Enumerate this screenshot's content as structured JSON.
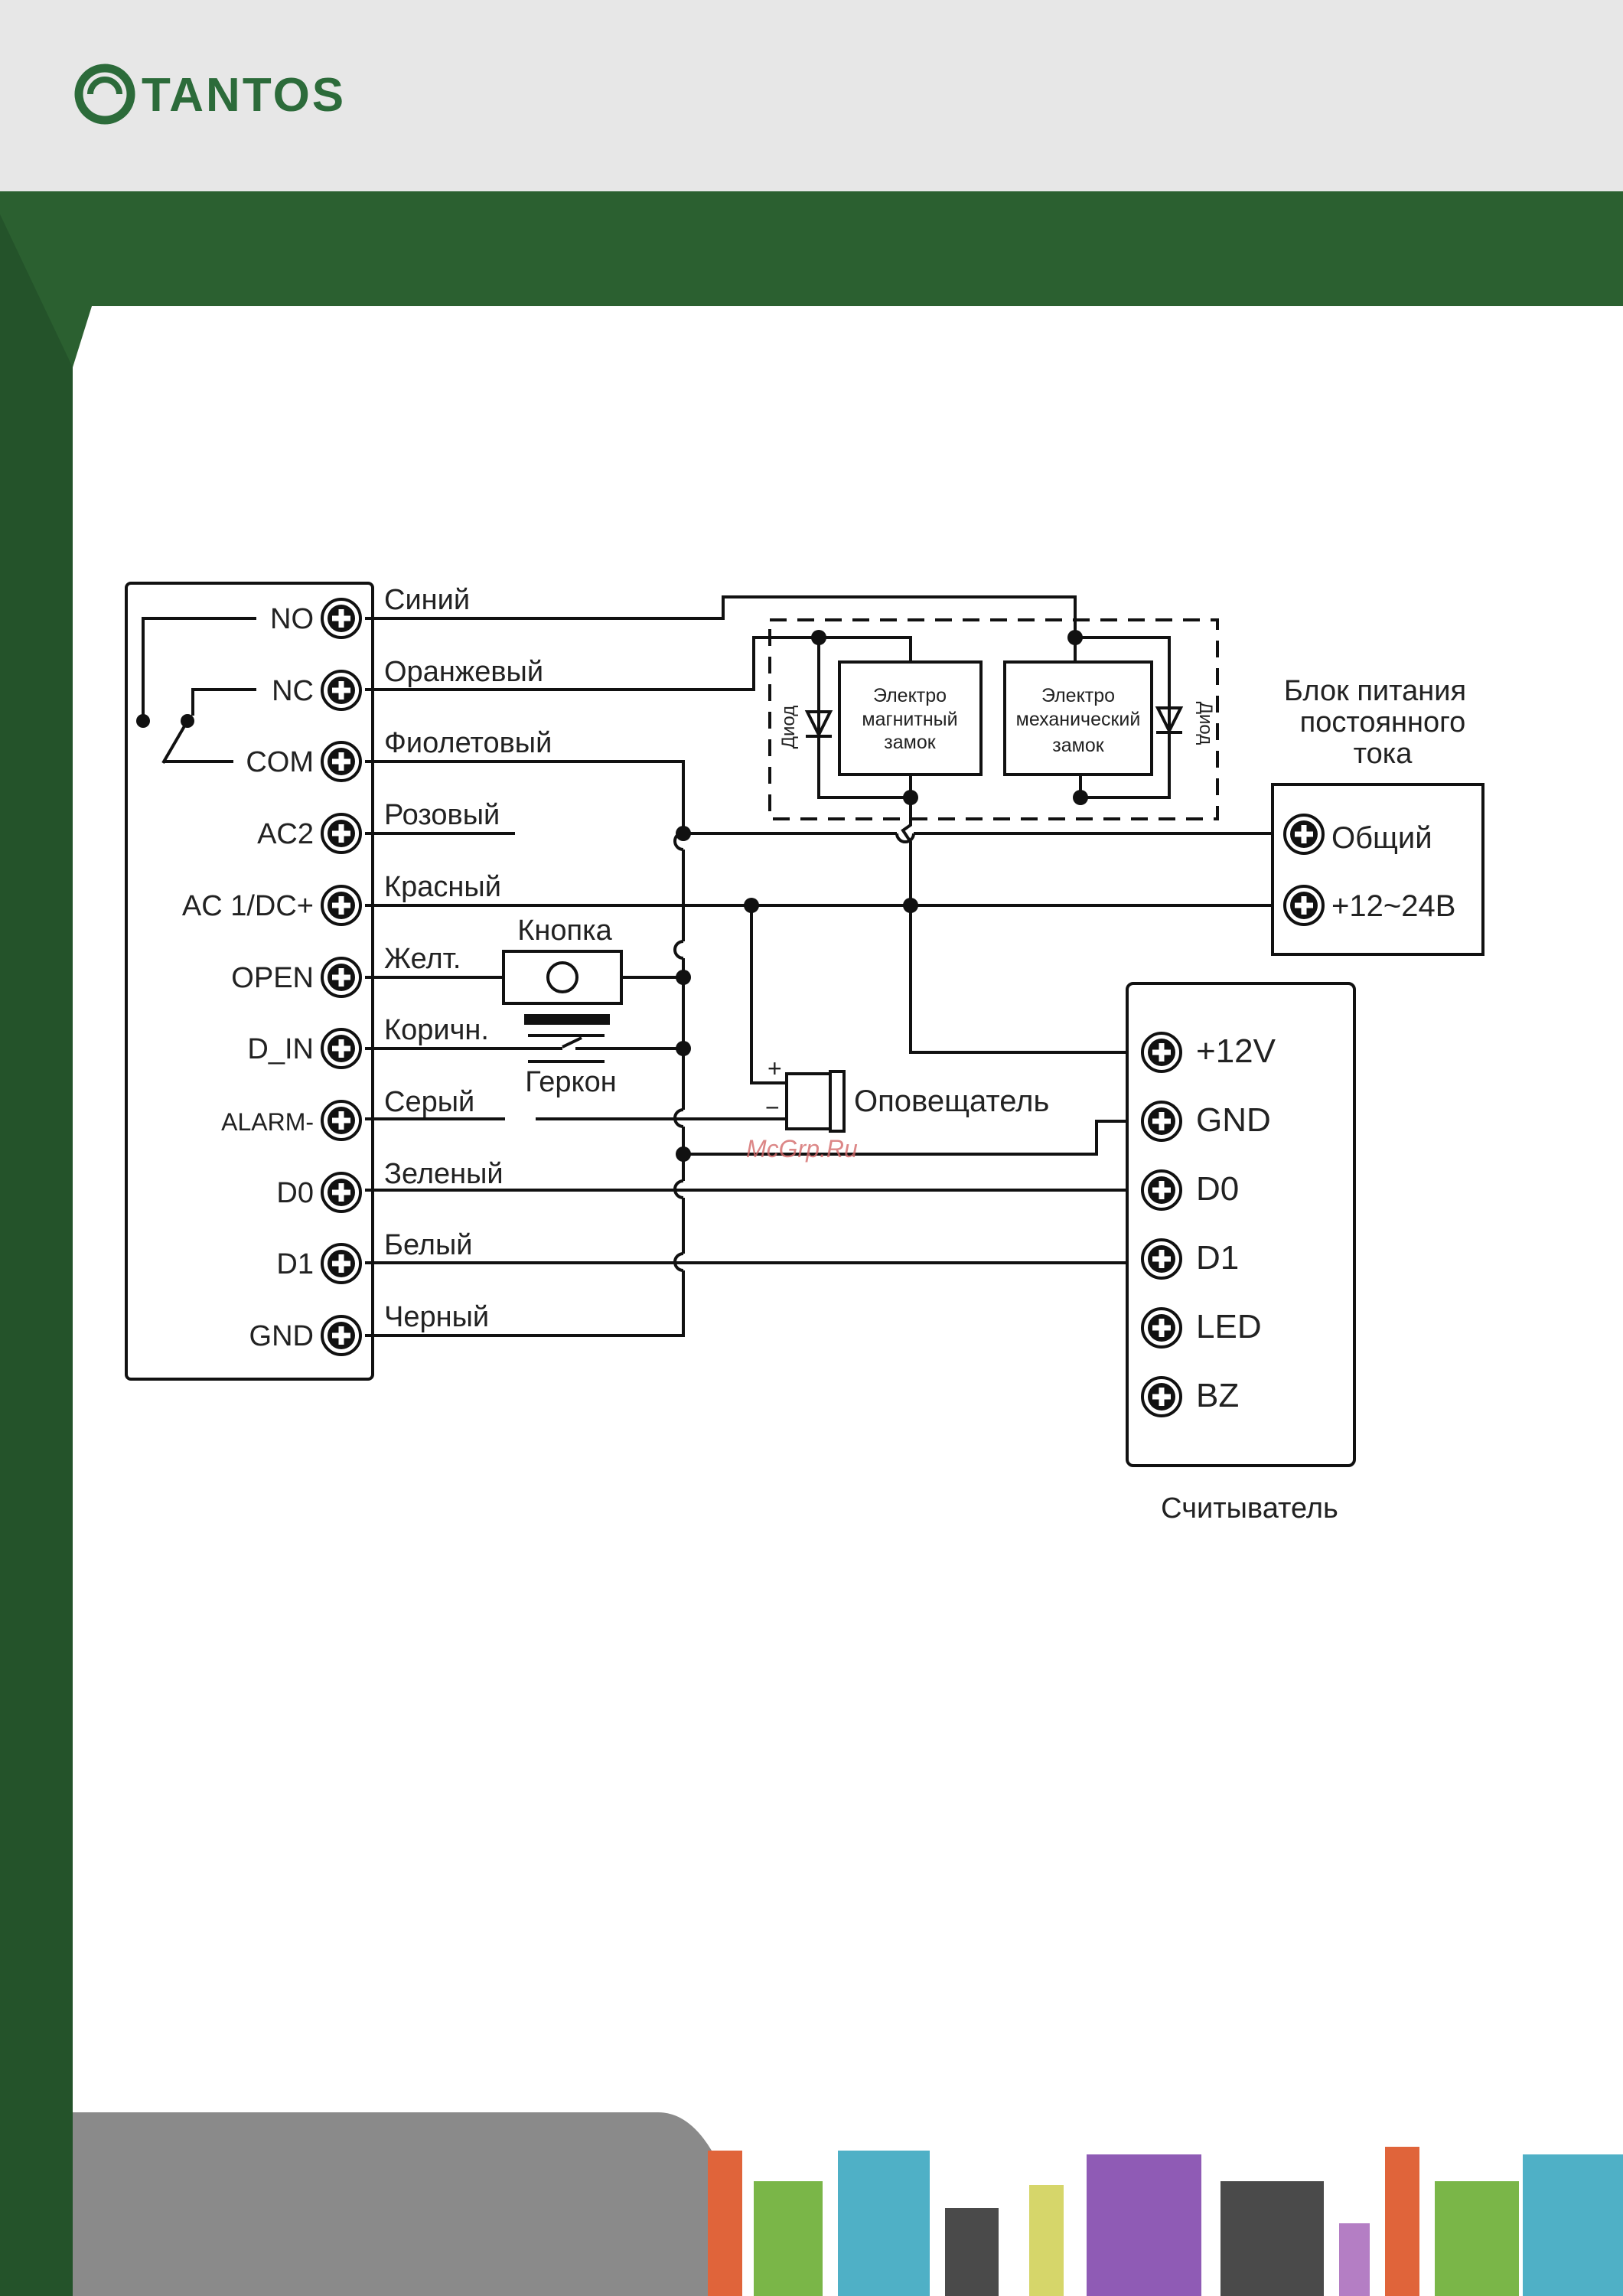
{
  "brand": {
    "name": "TANTOS",
    "color": "#2c6b3a"
  },
  "colors": {
    "header_bg": "#e7e7e7",
    "accent_green": "#2b6030",
    "footer_gray": "#8a8a8a"
  },
  "controller": {
    "terminals": [
      "NO",
      "NC",
      "COM",
      "AC2",
      "AC 1/DC+",
      "OPEN",
      "D_IN",
      "ALARM-",
      "D0",
      "D1",
      "GND"
    ],
    "wires": [
      "Синий",
      "Оранжевый",
      "Фиолетовый",
      "Розовый",
      "Красный",
      "Желт.",
      "Коричн.",
      "Серый",
      "Зеленый",
      "Белый",
      "Черный"
    ]
  },
  "locks": {
    "magnetic": [
      "Электро",
      "магнитный",
      "замок"
    ],
    "mechanical": [
      "Электро",
      "механический",
      "замок"
    ],
    "diode_label": "Диод"
  },
  "button_label": "Кнопка",
  "reed_label": "Геркон",
  "alarm": {
    "label": "Оповещатель",
    "plus": "+",
    "minus": "−"
  },
  "power_supply": {
    "title": [
      "Блок питания",
      "постоянного",
      "тока"
    ],
    "terminals": [
      "Общий",
      "+12~24В"
    ]
  },
  "reader": {
    "terminals": [
      "+12V",
      "GND",
      "D0",
      "D1",
      "LED",
      "BZ"
    ],
    "caption": "Считыватель"
  },
  "watermark": "McGrp.Ru"
}
